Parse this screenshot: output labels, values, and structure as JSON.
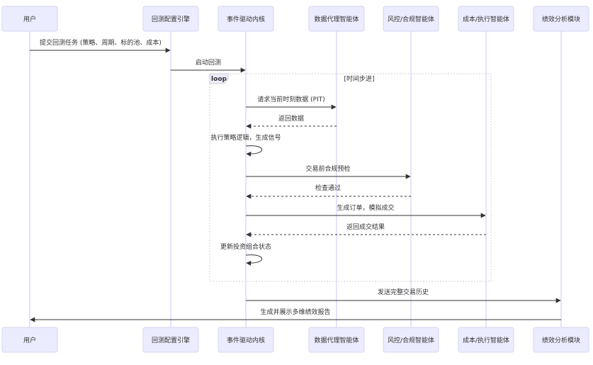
{
  "participants": [
    {
      "id": "user",
      "label": "用户"
    },
    {
      "id": "config",
      "label": "回测配置引擎"
    },
    {
      "id": "engine",
      "label": "事件驱动内核"
    },
    {
      "id": "data",
      "label": "数据代理智能体"
    },
    {
      "id": "risk",
      "label": "风控/合规智能体"
    },
    {
      "id": "exec",
      "label": "成本/执行智能体"
    },
    {
      "id": "perf",
      "label": "绩效分析模块"
    }
  ],
  "loop": {
    "keyword": "loop",
    "condition": "[时间步进]"
  },
  "messages": [
    {
      "from": "user",
      "to": "config",
      "label": "提交回测任务 (策略、周期、标的池、成本)",
      "style": "solid"
    },
    {
      "from": "config",
      "to": "engine",
      "label": "启动回测",
      "style": "solid"
    },
    {
      "from": "engine",
      "to": "data",
      "label": "请求当前时刻数据 (PIT)",
      "style": "solid"
    },
    {
      "from": "data",
      "to": "engine",
      "label": "返回数据",
      "style": "dashed"
    },
    {
      "from": "engine",
      "to": "engine",
      "label": "执行策略逻辑，生成信号",
      "style": "self"
    },
    {
      "from": "engine",
      "to": "risk",
      "label": "交易前合规预检",
      "style": "solid"
    },
    {
      "from": "risk",
      "to": "engine",
      "label": "检查通过",
      "style": "dashed"
    },
    {
      "from": "engine",
      "to": "exec",
      "label": "生成订单，模拟成交",
      "style": "solid"
    },
    {
      "from": "exec",
      "to": "engine",
      "label": "返回成交结果",
      "style": "dashed"
    },
    {
      "from": "engine",
      "to": "engine",
      "label": "更新投资组合状态",
      "style": "self"
    },
    {
      "from": "engine",
      "to": "perf",
      "label": "发送完整交易历史",
      "style": "solid"
    },
    {
      "from": "perf",
      "to": "user",
      "label": "生成并展示多维绩效报告",
      "style": "solid"
    }
  ],
  "colors": {
    "actor_fill": "#ececff",
    "actor_stroke": "#d4d4f0",
    "lifeline": "#c8c8f0",
    "message_line": "#333333",
    "text": "#333333",
    "loop_border": "#d0d0d0",
    "loop_label_fill": "#ececff"
  }
}
